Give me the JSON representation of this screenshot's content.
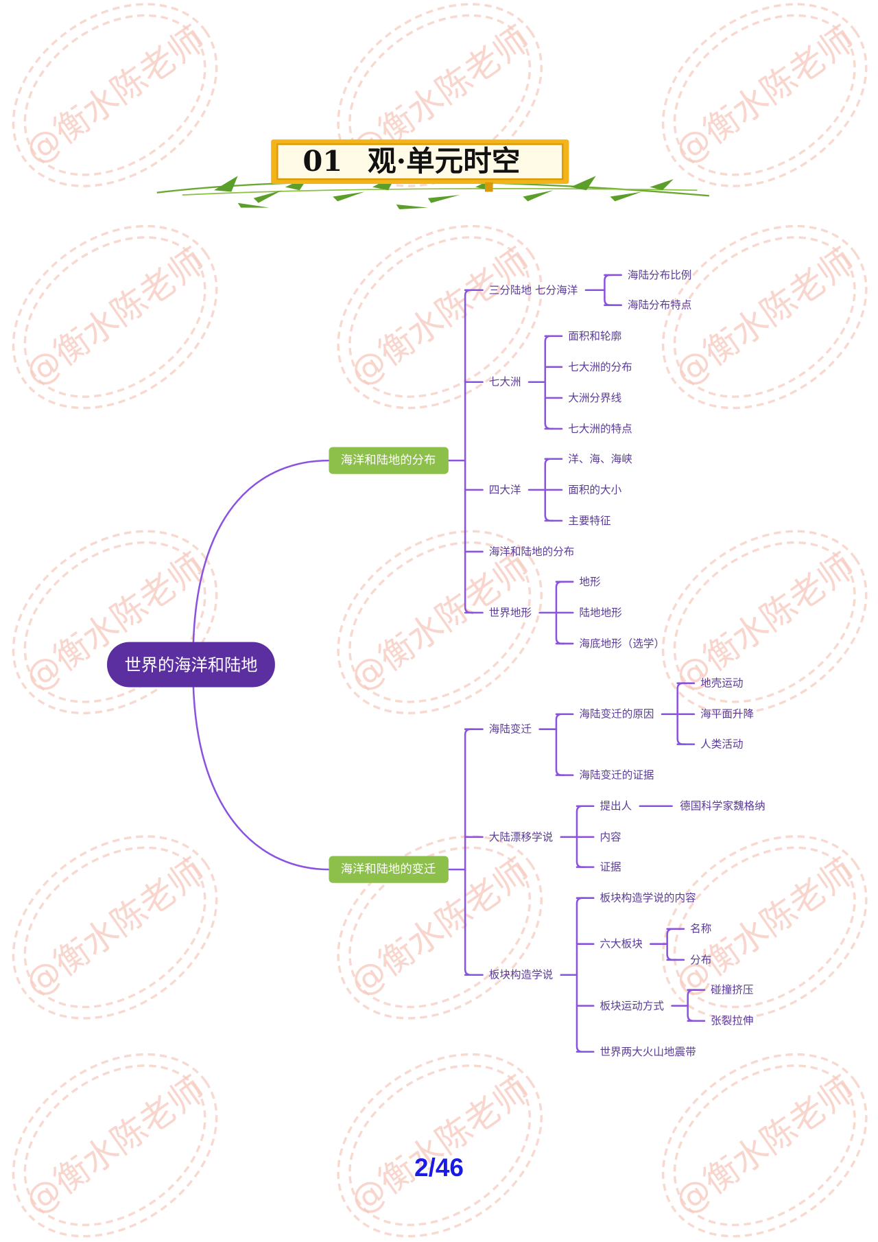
{
  "watermark": "@衡水陈老师",
  "banner": {
    "number": "01",
    "title": "观·单元时空"
  },
  "mindmap": {
    "root": "世界的海洋和陆地",
    "branches": [
      {
        "label": "海洋和陆地的分布",
        "children": [
          {
            "label": "三分陆地  七分海洋",
            "children": [
              {
                "label": "海陆分布比例"
              },
              {
                "label": "海陆分布特点"
              }
            ]
          },
          {
            "label": "七大洲",
            "children": [
              {
                "label": "面积和轮廓"
              },
              {
                "label": "七大洲的分布"
              },
              {
                "label": "大洲分界线"
              },
              {
                "label": "七大洲的特点"
              }
            ]
          },
          {
            "label": "四大洋",
            "children": [
              {
                "label": "洋、海、海峡"
              },
              {
                "label": "面积的大小"
              },
              {
                "label": "主要特征"
              }
            ]
          },
          {
            "label": "海洋和陆地的分布"
          },
          {
            "label": "世界地形",
            "children": [
              {
                "label": "地形"
              },
              {
                "label": "陆地地形"
              },
              {
                "label": "海底地形（选学）"
              }
            ]
          }
        ]
      },
      {
        "label": "海洋和陆地的变迁",
        "children": [
          {
            "label": "海陆变迁",
            "children": [
              {
                "label": "海陆变迁的原因",
                "children": [
                  {
                    "label": "地壳运动"
                  },
                  {
                    "label": "海平面升降"
                  },
                  {
                    "label": "人类活动"
                  }
                ]
              },
              {
                "label": "海陆变迁的证据"
              }
            ]
          },
          {
            "label": "大陆漂移学说",
            "children": [
              {
                "label": "提出人",
                "children": [
                  {
                    "label": "德国科学家魏格纳"
                  }
                ]
              },
              {
                "label": "内容"
              },
              {
                "label": "证据"
              }
            ]
          },
          {
            "label": "板块构造学说",
            "children": [
              {
                "label": "板块构造学说的内容"
              },
              {
                "label": "六大板块",
                "children": [
                  {
                    "label": "名称"
                  },
                  {
                    "label": "分布"
                  }
                ]
              },
              {
                "label": "板块运动方式",
                "children": [
                  {
                    "label": "碰撞挤压"
                  },
                  {
                    "label": "张裂拉伸"
                  }
                ]
              },
              {
                "label": "世界两大火山地震带"
              }
            ]
          }
        ]
      }
    ]
  },
  "colors": {
    "root": "#5b2fa0",
    "branch": "#8cc04b",
    "line": "#8b52e0",
    "text": "#5a3b98",
    "page_number": "#1a1ae6"
  },
  "footer": {
    "page_number": "2/46"
  }
}
